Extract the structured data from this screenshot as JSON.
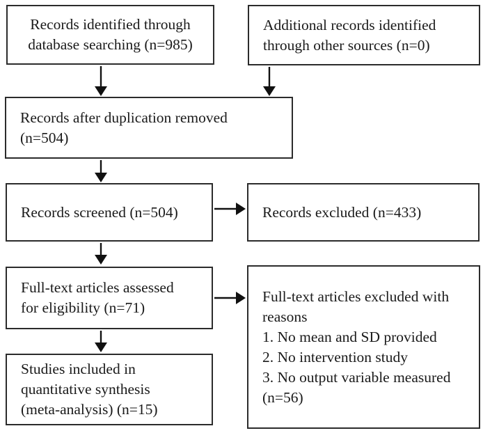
{
  "diagram": {
    "type": "flowchart",
    "boxes": {
      "records_identified": {
        "text": "Records identified through\ndatabase searching (n=985)",
        "count": 985
      },
      "additional_records": {
        "text": "Additional records identified\nthrough other sources (n=0)",
        "count": 0
      },
      "after_duplication": {
        "text": "Records after duplication removed\n(n=504)",
        "count": 504
      },
      "records_screened": {
        "text": "Records screened (n=504)",
        "count": 504
      },
      "records_excluded": {
        "text": "Records excluded (n=433)",
        "count": 433
      },
      "fulltext_assessed": {
        "text": "Full-text articles assessed\nfor eligibility (n=71)",
        "count": 71
      },
      "fulltext_excluded": {
        "text": "Full-text articles excluded with\nreasons\n1. No mean and SD provided\n2. No intervention study\n3. No output variable measured\n(n=56)",
        "count": 56
      },
      "studies_included": {
        "text": "Studies included in\nquantitative synthesis\n(meta-analysis) (n=15)",
        "count": 15
      }
    },
    "colors": {
      "border": "#2b2b2b",
      "text": "#1a1a1a",
      "arrow": "#111111",
      "background": "#ffffff"
    }
  }
}
